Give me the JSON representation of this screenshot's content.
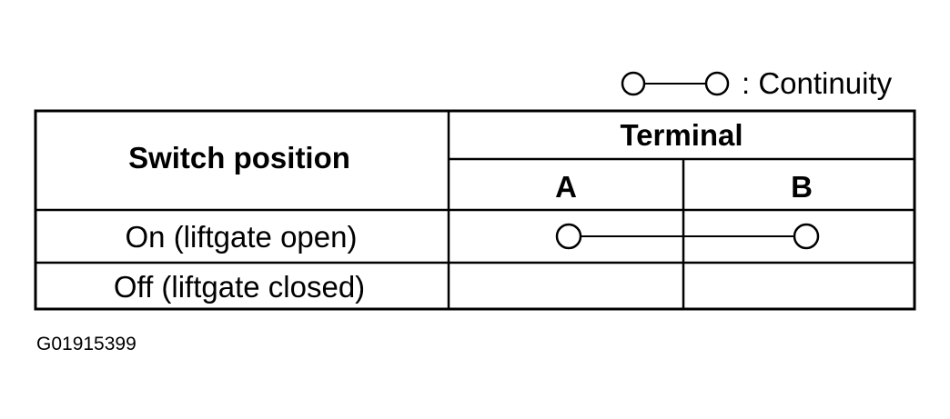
{
  "legend": {
    "text": ": Continuity",
    "symbol": "continuity-symbol"
  },
  "table": {
    "header": {
      "switch_position": "Switch position",
      "terminal": "Terminal",
      "terminal_a": "A",
      "terminal_b": "B"
    },
    "rows": [
      {
        "position": "On (liftgate open)",
        "continuity": [
          "A",
          "B"
        ]
      },
      {
        "position": "Off (liftgate closed)",
        "continuity": []
      }
    ]
  },
  "figure_id": "G01915399",
  "colors": {
    "line": "#000000",
    "background": "#ffffff"
  }
}
